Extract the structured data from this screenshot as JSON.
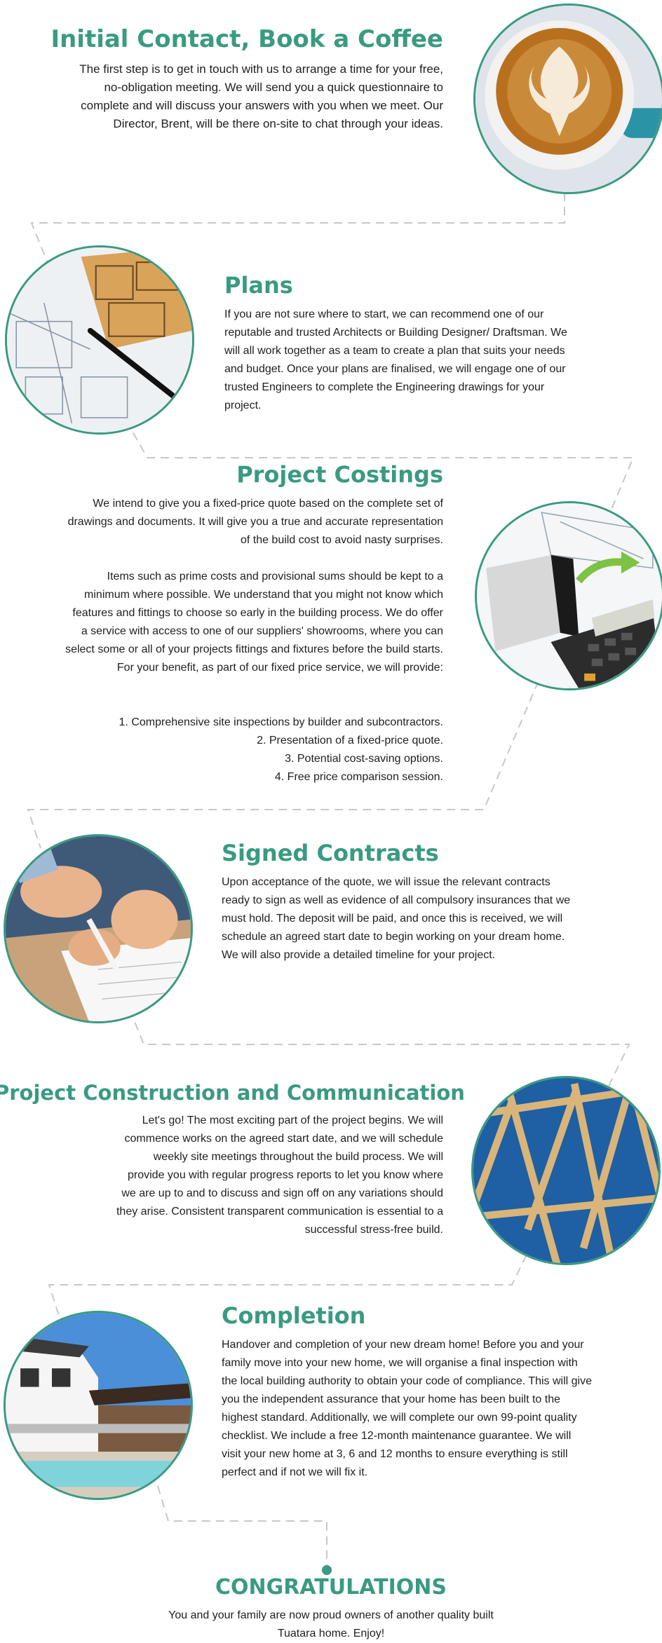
{
  "colors": {
    "accent": "#3a9a82",
    "text": "#1f1f1f",
    "dash": "#c8c8c8"
  },
  "steps": [
    {
      "title": "Initial Contact, Book a Coffee",
      "image_icon": "coffee-cup-image",
      "paragraphs": [
        "The first step is to get in touch with us to arrange a time for your free, no-obligation meeting. We will send you a quick questionnaire to complete and will discuss your answers with you when we meet. Our Director, Brent, will be there on-site to chat through your ideas."
      ]
    },
    {
      "title": "Plans",
      "image_icon": "building-plans-image",
      "paragraphs": [
        "If you are not sure where to start, we can recommend one of our reputable and trusted Architects or Building Designer/ Draftsman. We will all work together as a team to create a plan that suits your needs and budget. Once your plans are finalised, we will engage one of our trusted Engineers to complete the Engineering drawings for your project."
      ]
    },
    {
      "title": "Project Costings",
      "image_icon": "calculator-image",
      "paragraphs": [
        "We intend to give you a fixed-price quote based on the complete set of drawings and documents. It will give you a true and accurate representation of the build cost to avoid nasty surprises.",
        "Items such as prime costs and provisional sums should be kept to a minimum where possible. We understand that you might not know which features and fittings to choose so early in the building process. We do offer a service with access to one of our suppliers' showrooms, where you can select some or all of your projects fittings and fixtures before the build starts. For your benefit, as part of our fixed price service, we will provide:"
      ],
      "list": [
        "1. Comprehensive site inspections by builder and subcontractors.",
        "2. Presentation of a fixed-price quote.",
        "3. Potential cost-saving options.",
        "4. Free price comparison session."
      ]
    },
    {
      "title": "Signed Contracts",
      "image_icon": "signing-contract-image",
      "paragraphs": [
        "Upon acceptance of the quote, we will issue the relevant contracts ready to sign as well as evidence of all compulsory insurances that we must hold. The deposit will be paid, and once this is received, we will schedule an agreed start date to begin working on your dream home. We will also provide a detailed timeline for your project."
      ]
    },
    {
      "title": "Project Construction and Communication",
      "image_icon": "timber-frame-image",
      "paragraphs": [
        "Let's go! The most exciting part of the project begins. We will commence works on the agreed start date, and we will schedule weekly site meetings throughout the build process. We will provide you with regular progress reports to let you know where we are up to and to discuss and sign off on any variations should they arise. Consistent transparent communication is essential to a successful stress-free build."
      ]
    },
    {
      "title": "Completion",
      "image_icon": "finished-home-image",
      "paragraphs": [
        "Handover and completion of your new dream home! Before you and your family move into your new home, we will organise a final inspection with the local building authority to obtain your code of compliance. This will give you the independent assurance that your home has been built to the highest standard. Additionally, we will complete our own 99-point quality checklist. We include a free 12-month maintenance guarantee. We will visit your new home at 3, 6 and 12 months to ensure everything is still perfect and if not we will fix it."
      ]
    }
  ],
  "congrats": {
    "title": "CONGRATULATIONS",
    "text": "You and your family are now proud owners of another quality built Tuatara home. Enjoy!"
  }
}
